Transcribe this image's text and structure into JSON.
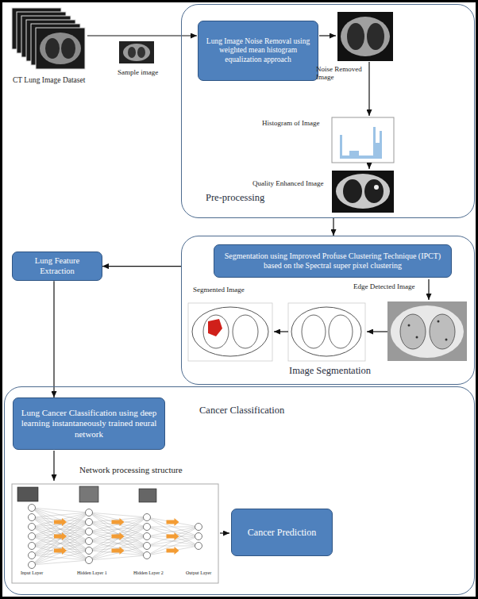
{
  "diagram": {
    "nodes": [
      {
        "text": [
          "Pre-processing"
        ]
      },
      {
        "text": [
          "Lung Image Noise Removal using weighted mean histogram equalization approach"
        ],
        "in": 0
      },
      {
        "text": [
          "Image Segmentation"
        ]
      },
      {
        "text": [
          "Segmentation using Improved Profuse Clustering Technique (IPCT) based on the Spectral super pixel clustering"
        ],
        "in": 2
      },
      {
        "text": [
          "Lung Feature Extraction"
        ]
      },
      {
        "text": [
          "Cancer Classification"
        ]
      },
      {
        "text": [
          "Lung Cancer Classification using deep learning instantaneously trained neural network"
        ],
        "in": 5
      },
      {
        "text": [
          "Cancer Prediction"
        ],
        "in": 5
      }
    ],
    "edges": [
      {
        "from": 0,
        "to": 2,
        "arrow": "to"
      },
      {
        "from": 2,
        "to": 4,
        "arrow": "to"
      },
      {
        "from": 4,
        "to": 6,
        "arrow": "to"
      }
    ],
    "labels": [
      "CT Lung Image Dataset",
      "Sample image",
      "Noise Removed Image",
      "Histogram of Image",
      "Quality Enhanced Image",
      "Edge Detected Image",
      "Segmented Image",
      "Network processing structure",
      "Input Layer",
      "Hidden Layer 1",
      "Hidden Layer 2",
      "Output Layer"
    ]
  }
}
